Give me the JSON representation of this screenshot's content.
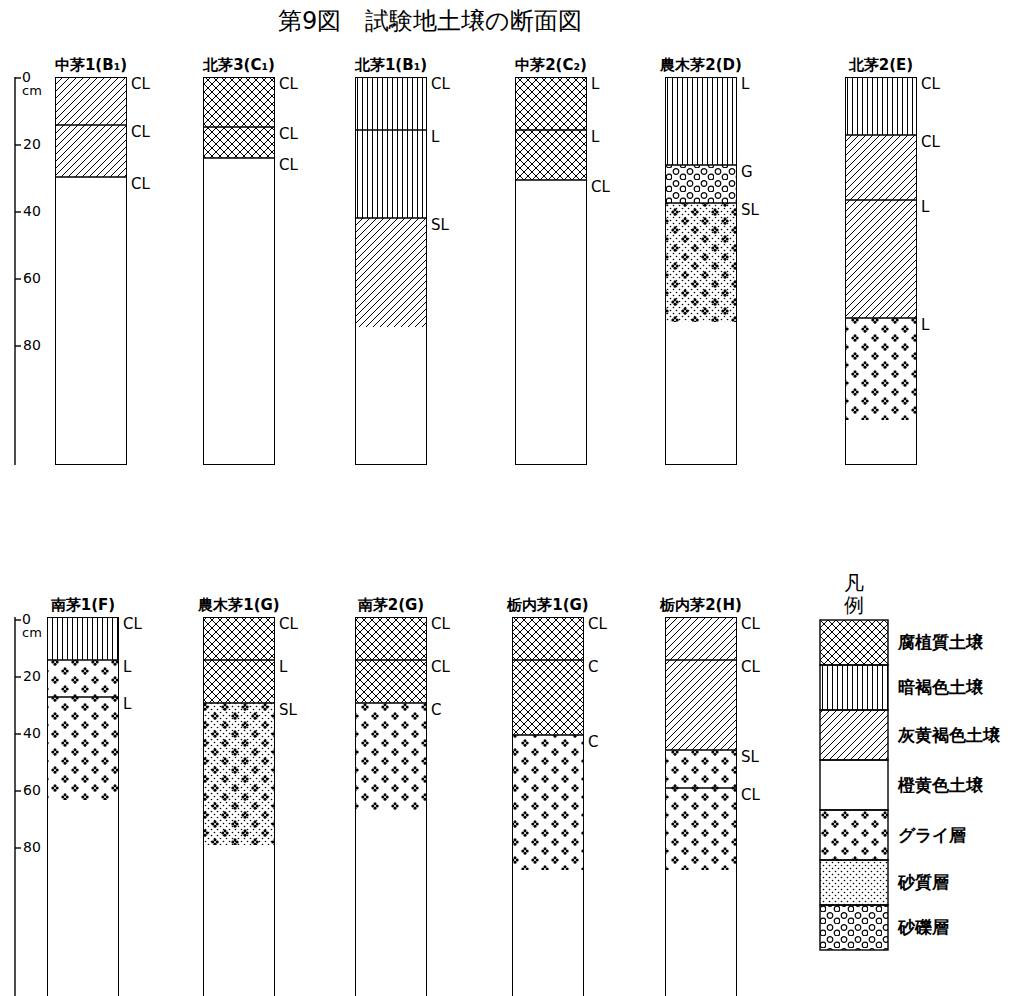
{
  "diagram": {
    "title": "第9図　試験地土壌の断面図",
    "nodes": [
      {
        "text": [
          "中茅1(B₁)"
        ]
      },
      {
        "text": [
          "北茅3(C₁)"
        ]
      },
      {
        "text": [
          "北茅1(B₁)"
        ]
      },
      {
        "text": [
          "中茅2(C₂)"
        ]
      },
      {
        "text": [
          "農木茅2(D)"
        ]
      },
      {
        "text": [
          "北茅2(E)"
        ]
      },
      {
        "text": [
          "南茅1(F)"
        ]
      },
      {
        "text": [
          "農木茅1(G)"
        ]
      },
      {
        "text": [
          "南茅2(G)"
        ]
      },
      {
        "text": [
          "栃内茅1(G)"
        ]
      },
      {
        "text": [
          "栃内茅2(H)"
        ]
      }
    ],
    "labels": [
      "0",
      "cm",
      "20",
      "40",
      "60",
      "80",
      "CL",
      "CL",
      "CL",
      "CL",
      "CL",
      "CL",
      "CL",
      "L",
      "SL",
      "L",
      "L",
      "CL",
      "L",
      "G",
      "SL",
      "CL",
      "CL",
      "L",
      "L",
      "0",
      "cm",
      "20",
      "40",
      "60",
      "80",
      "CL",
      "L",
      "L",
      "CL",
      "L",
      "SL",
      "CL",
      "CL",
      "C",
      "CL",
      "C",
      "C",
      "CL",
      "CL",
      "SL",
      "CL",
      "凡例"
    ],
    "legend": [
      {
        "text": "腐植質土壌"
      },
      {
        "text": "暗褐色土壌"
      },
      {
        "text": "灰黄褐色土壌"
      },
      {
        "text": "橙黄色土壌"
      },
      {
        "text": "グライ層"
      },
      {
        "text": "砂質層"
      },
      {
        "text": "砂礫層"
      }
    ]
  }
}
